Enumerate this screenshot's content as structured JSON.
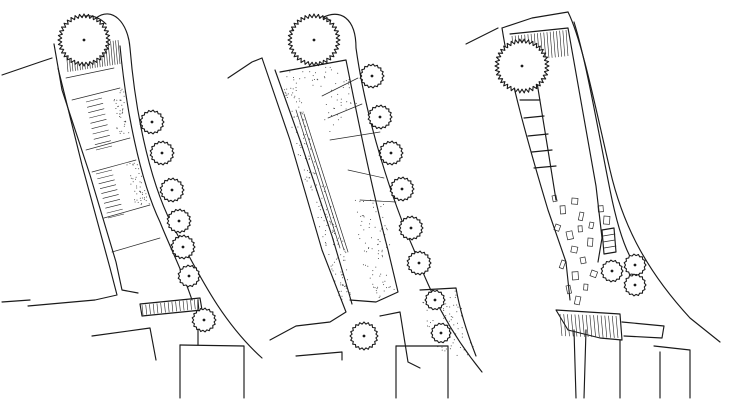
{
  "panels": [
    {
      "id": "plan-1",
      "trees": [
        [
          84,
          40,
          26
        ],
        [
          152,
          122,
          12
        ],
        [
          162,
          153,
          12
        ],
        [
          172,
          190,
          12
        ],
        [
          179,
          221,
          12
        ],
        [
          183,
          247,
          12
        ],
        [
          189,
          276,
          11
        ],
        [
          204,
          320,
          12
        ]
      ]
    },
    {
      "id": "plan-2",
      "trees": [
        [
          314,
          40,
          26
        ],
        [
          372,
          76,
          12
        ],
        [
          380,
          117,
          12
        ],
        [
          391,
          153,
          12
        ],
        [
          402,
          189,
          12
        ],
        [
          411,
          228,
          12
        ],
        [
          419,
          263,
          12
        ],
        [
          435,
          300,
          10
        ],
        [
          441,
          333,
          10
        ],
        [
          364,
          336,
          14
        ]
      ]
    },
    {
      "id": "plan-3",
      "trees": [
        [
          522,
          66,
          27
        ],
        [
          612,
          271,
          11
        ],
        [
          635,
          265,
          11
        ],
        [
          635,
          285,
          11
        ]
      ]
    }
  ],
  "colors": {
    "ink": "#1a1a1a",
    "paper": "#ffffff"
  }
}
